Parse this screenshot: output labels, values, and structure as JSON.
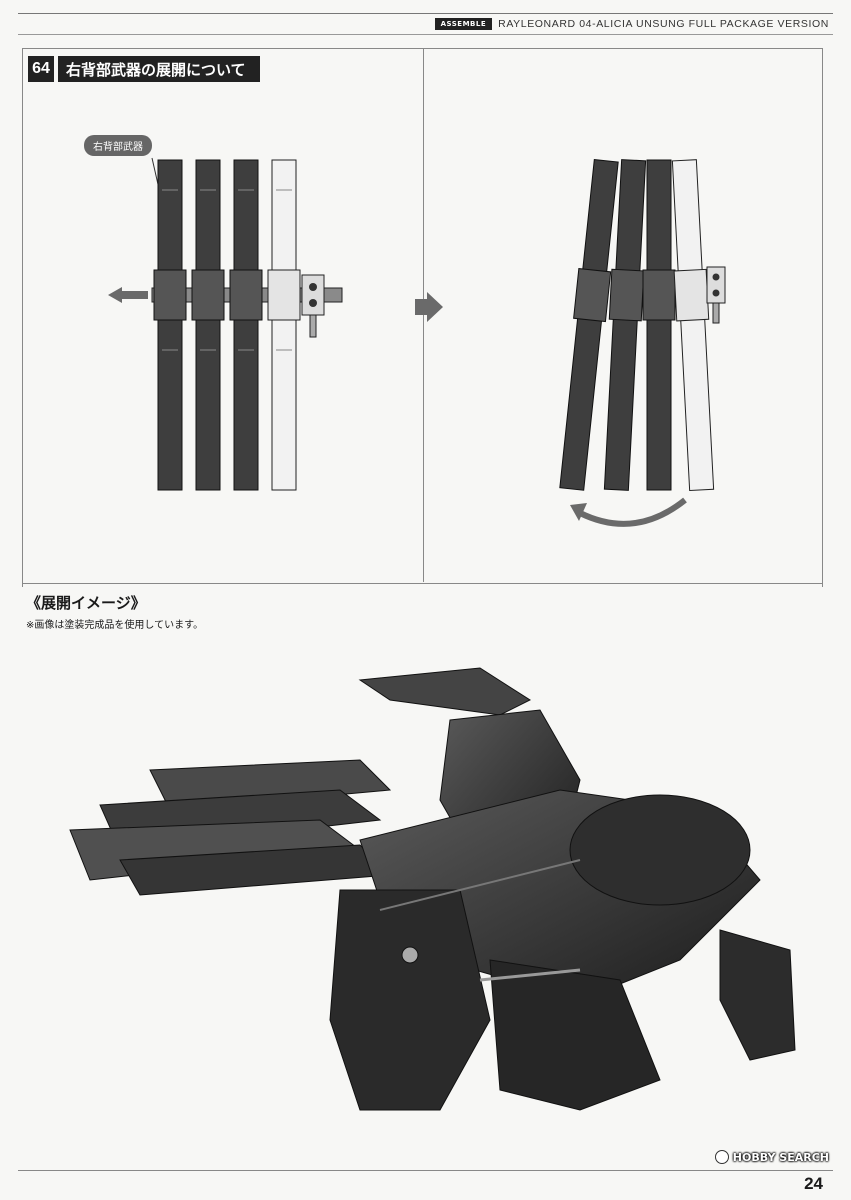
{
  "header": {
    "badge": "ASSEMBLE",
    "title": "RAYLEONARD 04-ALICIA UNSUNG FULL PACKAGE VERSION"
  },
  "step": {
    "number": "64",
    "title": "右背部武器の展開について",
    "part_label": "右背部武器"
  },
  "section": {
    "title": "《展開イメージ》",
    "note": "※画像は塗装完成品を使用しています。"
  },
  "footer": {
    "page_number": "24",
    "watermark": "HOBBY SEARCH"
  },
  "colors": {
    "dark_part": "#3e3e3e",
    "light_part": "#f2f2f2",
    "arrow": "#6a6a6a",
    "photo_bg": "#f7f7f5"
  },
  "icons": [
    "arrow-left-icon",
    "arrow-right-icon",
    "arrow-curve-icon",
    "hobby-search-logo-icon"
  ]
}
